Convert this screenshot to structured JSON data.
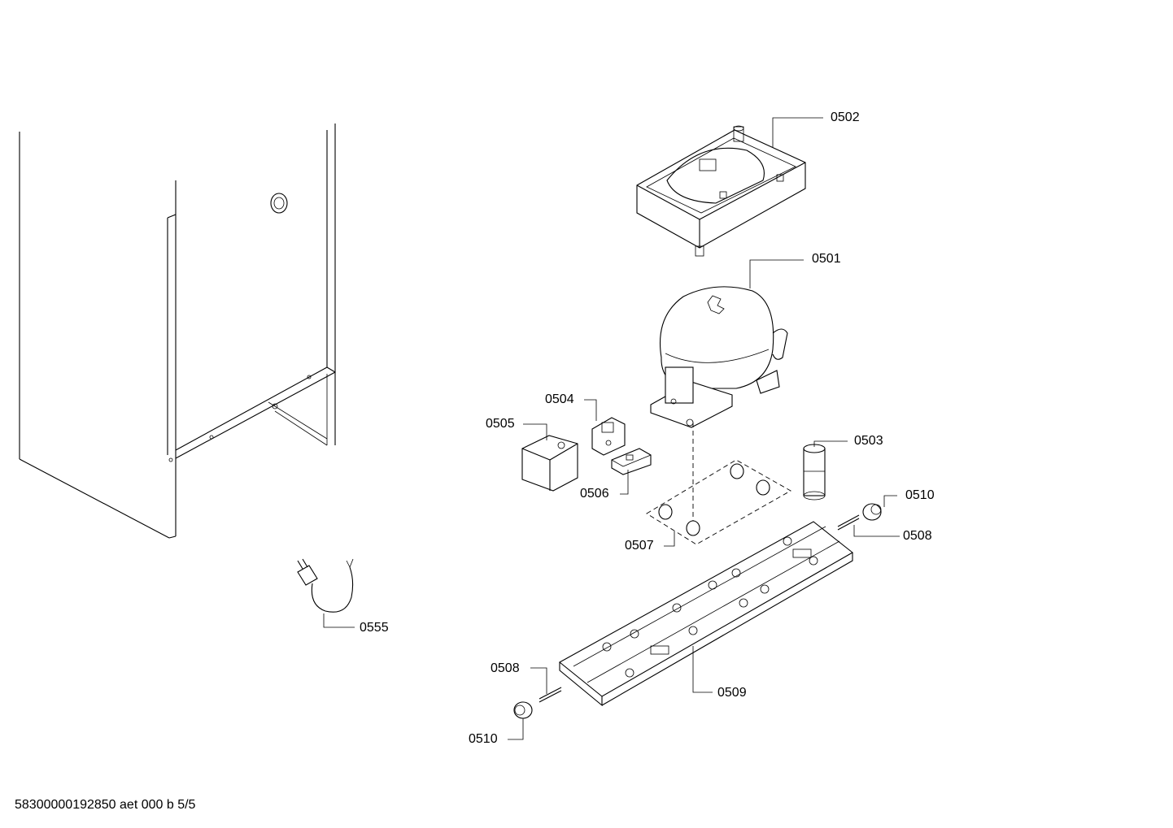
{
  "labels": {
    "p0501": "0501",
    "p0502": "0502",
    "p0503": "0503",
    "p0504": "0504",
    "p0505": "0505",
    "p0506": "0506",
    "p0507": "0507",
    "p0508_right": "0508",
    "p0508_left": "0508",
    "p0509": "0509",
    "p0510_right": "0510",
    "p0510_left": "0510",
    "p0555": "0555"
  },
  "footer": "58300000192850 aet 000 b 5/5"
}
